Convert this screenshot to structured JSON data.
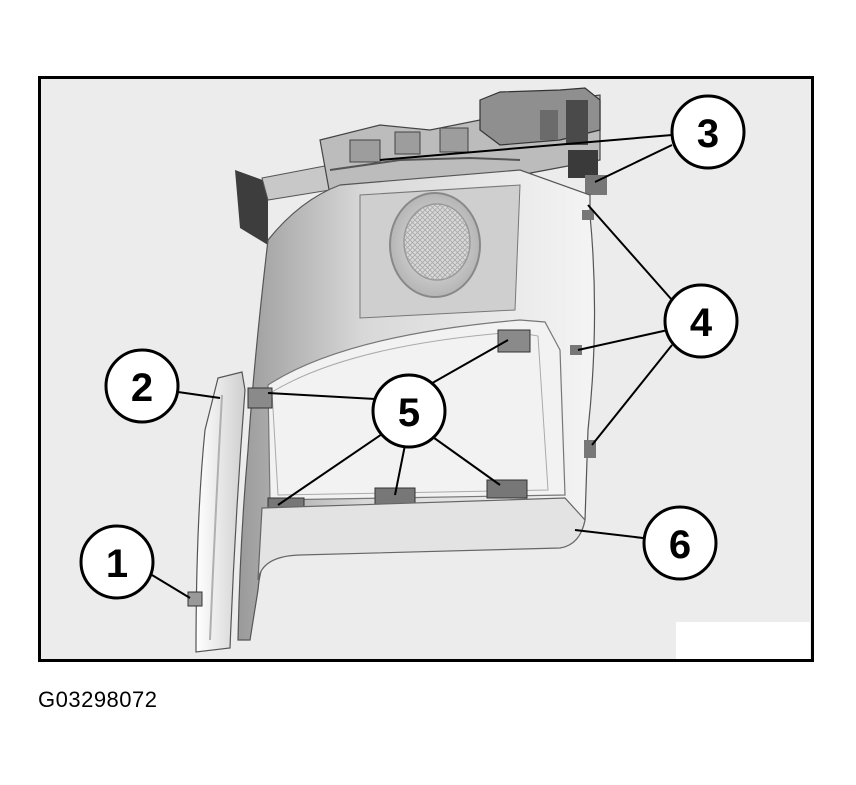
{
  "figure": {
    "id_label": "G03298072",
    "callouts": [
      "1",
      "2",
      "3",
      "4",
      "5",
      "6"
    ],
    "colors": {
      "frame_background": "#ececec",
      "panel_light": "#f7f7f7",
      "panel_mid": "#d8d8d8",
      "panel_dark": "#9a9a9a",
      "bracket_dark": "#555555",
      "line": "#000000"
    }
  }
}
